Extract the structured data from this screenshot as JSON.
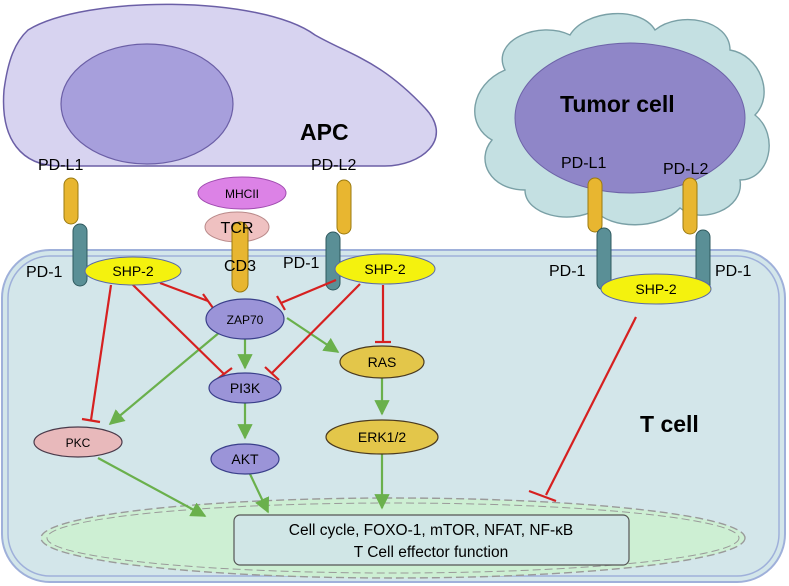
{
  "labels": {
    "apc": "APC",
    "tumor_cell": "Tumor cell",
    "t_cell": "T cell",
    "pd_l1_apc": "PD-L1",
    "pd_l2_apc": "PD-L2",
    "pd_l1_tumor": "PD-L1",
    "pd_l2_tumor": "PD-L2",
    "pd1_left": "PD-1",
    "pd1_mid": "PD-1",
    "pd1_tumor_left": "PD-1",
    "pd1_tumor_right": "PD-1",
    "mhcii": "MHCII",
    "tcr": "TCR",
    "cd3": "CD3"
  },
  "nodes": {
    "shp2_left": "SHP-2",
    "shp2_mid": "SHP-2",
    "shp2_tumor": "SHP-2",
    "zap70": "ZAP70",
    "pi3k": "PI3K",
    "pkc": "PKC",
    "akt": "AKT",
    "ras": "RAS",
    "erk": "ERK1/2"
  },
  "outcome": {
    "line1": "Cell cycle, FOXO-1, mTOR, NFAT, NF-κB",
    "line2": "T Cell effector function"
  },
  "colors": {
    "activation": "#6ab04c",
    "inhibition": "#d62020",
    "apc_fill": "#d7d3f0",
    "tumor_fill": "#c4e0e2",
    "tcell_fill": "#d3e6ea",
    "pdl_fill": "#e8b630",
    "pd1_fill": "#5a8f96",
    "shp2_fill": "#f4f20e",
    "signal_fill": "#9b94d8",
    "ras_fill": "#e3c64a",
    "pkc_fill": "#e8b9bb"
  }
}
